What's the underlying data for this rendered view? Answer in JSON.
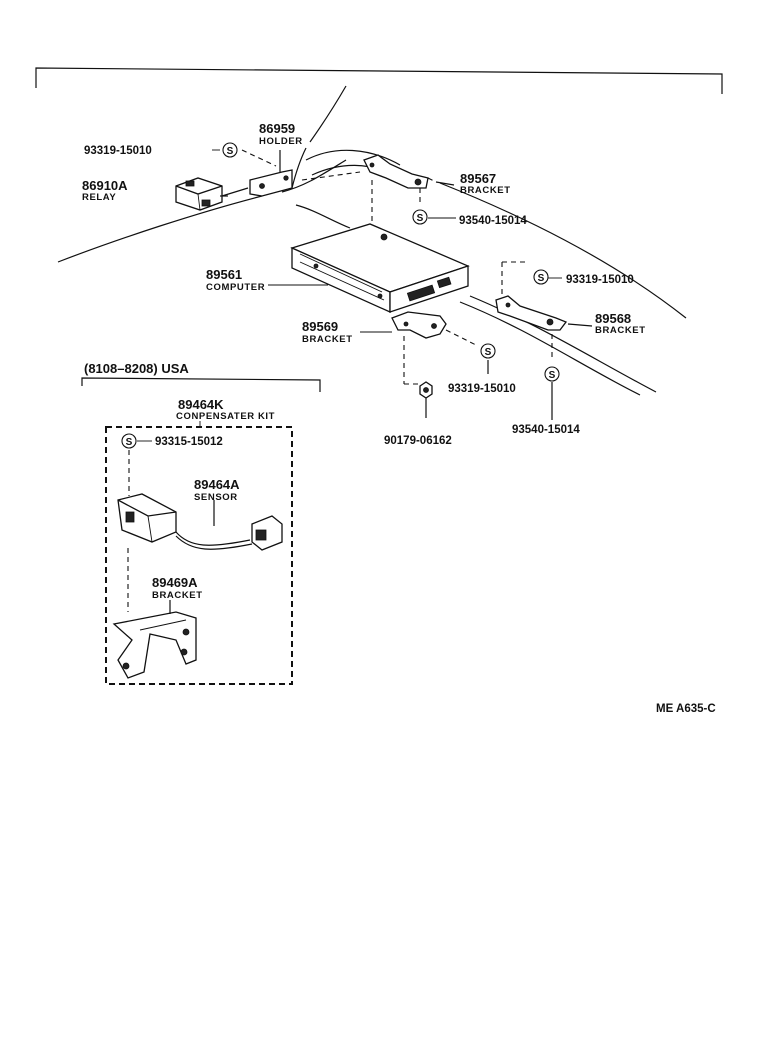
{
  "symbol_letter": "S",
  "parts": {
    "p93319_top": {
      "number": "93319-15010"
    },
    "p86959": {
      "number": "86959",
      "name": "HOLDER"
    },
    "p86910A": {
      "number": "86910A",
      "name": "RELAY"
    },
    "p89567": {
      "number": "89567",
      "name": "BRACKET"
    },
    "p93540_top": {
      "number": "93540-15014"
    },
    "p93319_right": {
      "number": "93319-15010"
    },
    "p89561": {
      "number": "89561",
      "name": "COMPUTER"
    },
    "p89568": {
      "number": "89568",
      "name": "BRACKET"
    },
    "p89569": {
      "number": "89569",
      "name": "BRACKET"
    },
    "p93319_mid": {
      "number": "93319-15010"
    },
    "p93540_bottom": {
      "number": "93540-15014"
    },
    "p90179": {
      "number": "90179-06162"
    }
  },
  "inset": {
    "header": "(8108–8208) USA",
    "kit": {
      "number": "89464K",
      "name": "CONPENSATER KIT"
    },
    "screw": {
      "number": "93315-15012"
    },
    "sensor": {
      "number": "89464A",
      "name": "SENSOR"
    },
    "bracket": {
      "number": "89469A",
      "name": "BRACKET"
    }
  },
  "figure_code": "ME  A635-C"
}
